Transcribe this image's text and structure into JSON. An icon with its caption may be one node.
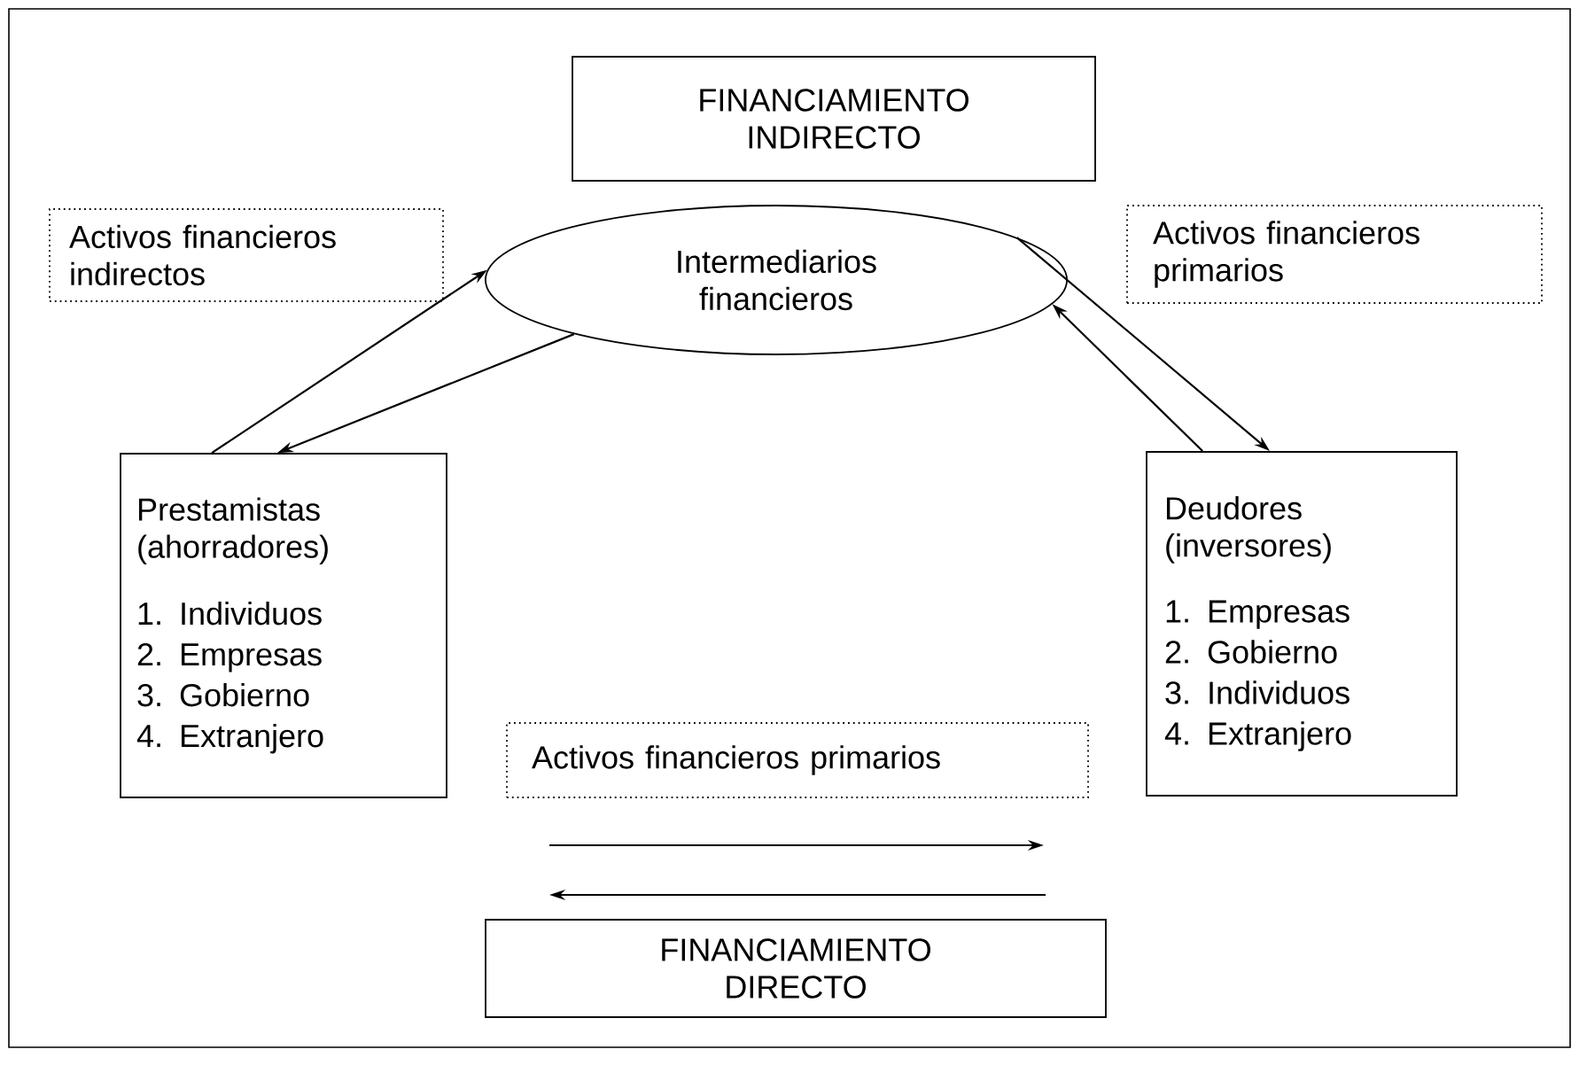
{
  "diagram": {
    "nodes": [
      {
        "text": [
          "FINANCIAMIENTO INDIRECTO"
        ]
      },
      {
        "text": [
          "Activos financieros indirectos"
        ]
      },
      {
        "text": [
          "Intermediarios financieros"
        ]
      },
      {
        "text": [
          "Activos financieros primarios"
        ]
      },
      {
        "text": [
          "Prestamistas (ahorradores)",
          "1. Individuos",
          "2. Empresas",
          "3. Gobierno",
          "4. Extranjero"
        ]
      },
      {
        "text": [
          "Deudores (inversores)",
          "1. Empresas",
          "2. Gobierno",
          "3. Individuos",
          "4. Extranjero"
        ]
      },
      {
        "text": [
          "Activos financieros primarios"
        ]
      },
      {
        "text": [
          "FINANCIAMIENTO DIRECTO"
        ]
      }
    ],
    "edges": [
      {
        "from": 4,
        "to": 2,
        "arrow": "to"
      },
      {
        "from": 2,
        "to": 4,
        "arrow": "to"
      },
      {
        "from": 5,
        "to": 2,
        "arrow": "to"
      },
      {
        "from": 2,
        "to": 5,
        "arrow": "to"
      }
    ]
  }
}
